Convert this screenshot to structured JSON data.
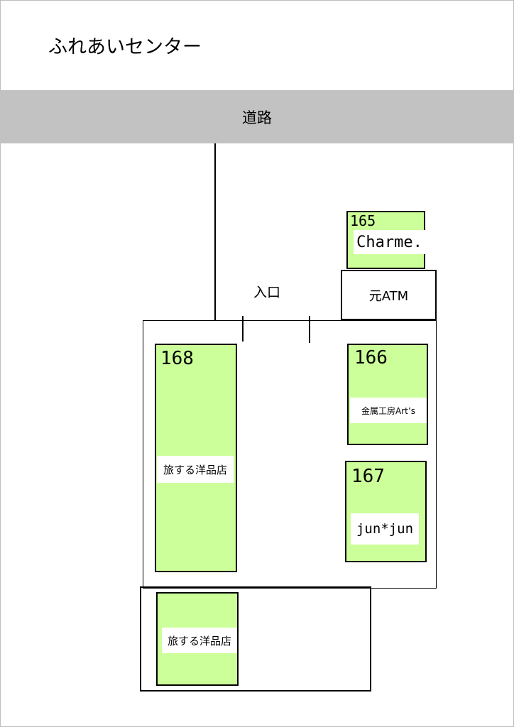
{
  "title": "ふれあいセンター",
  "road_label": "道路",
  "entrance_label": "入口",
  "atm_label": "元ATM",
  "stalls": [
    {
      "number": "165",
      "name": "Charme."
    },
    {
      "number": "166",
      "name": "金属工房Art’s"
    },
    {
      "number": "167",
      "name": "jun*jun"
    },
    {
      "number": "168",
      "name": "旅する洋品店"
    },
    {
      "number": "",
      "name": "旅する洋品店"
    }
  ],
  "colors": {
    "stall_fill": "#ccff99",
    "road_fill": "#c2c2c2",
    "outline": "#000000"
  }
}
